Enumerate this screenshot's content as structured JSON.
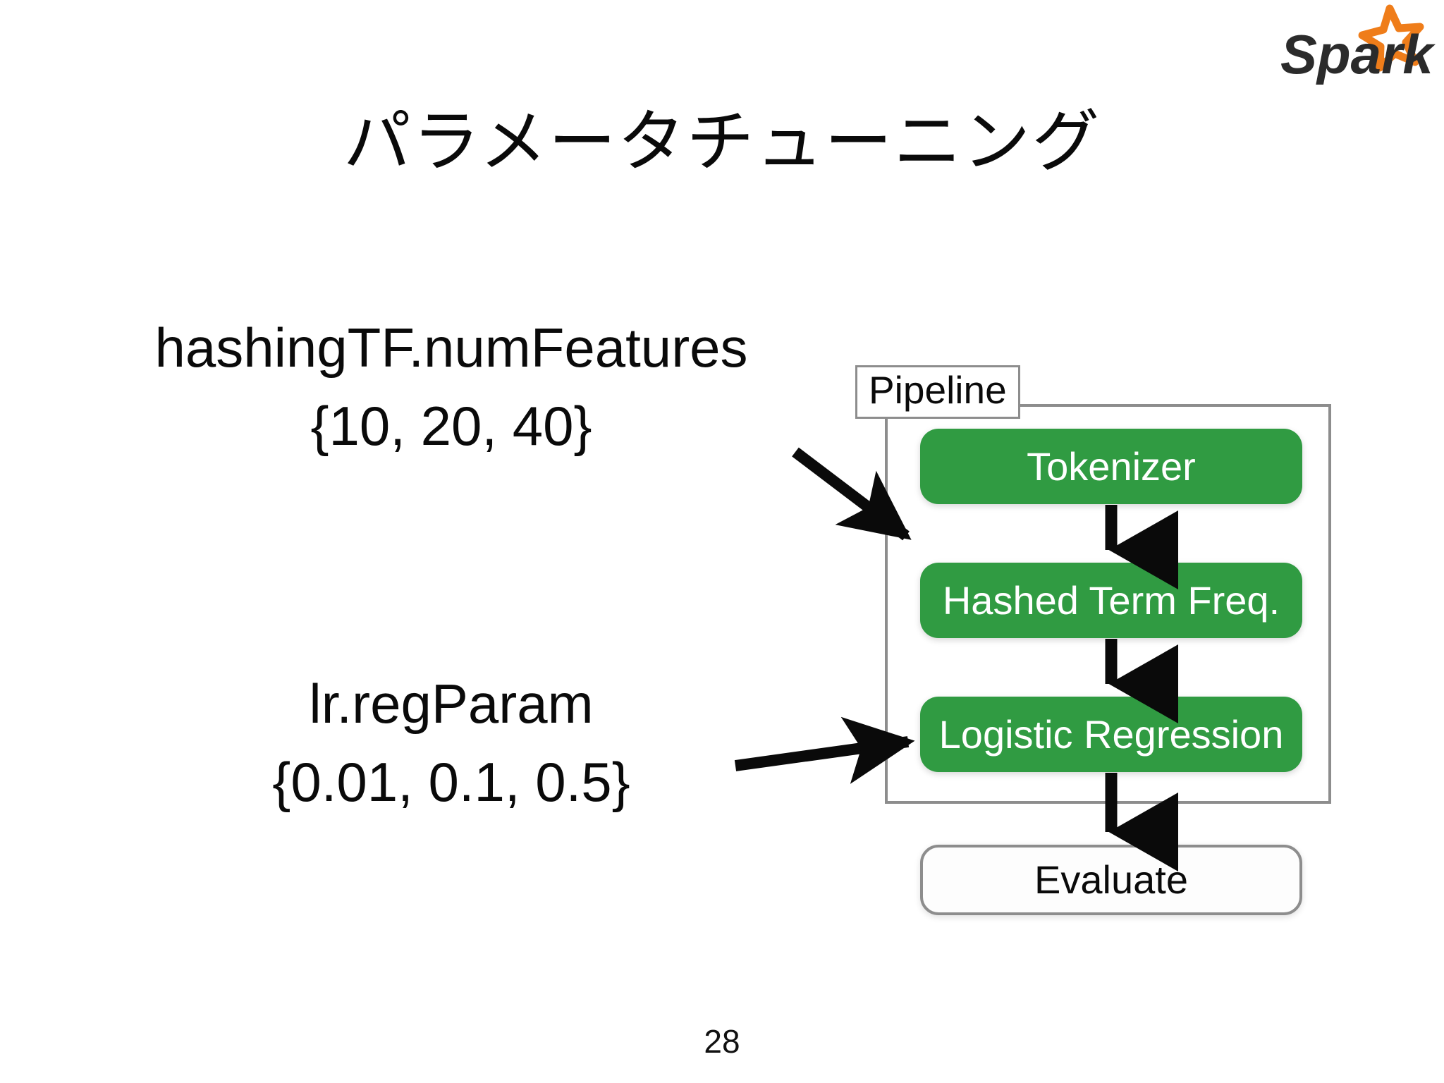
{
  "slide": {
    "title": "パラメータチューニング",
    "page_number": "28",
    "background_color": "#ffffff",
    "text_color": "#0a0a0a"
  },
  "logo": {
    "wordmark": "Spark",
    "wordmark_color": "#2b2b2b",
    "star_icon": "star-icon",
    "star_color": "#ef7d1a"
  },
  "parameters": [
    {
      "name": "hashingTF.numFeatures",
      "values": "{10, 20, 40}",
      "target_stage": "Tokenizer"
    },
    {
      "name": "lr.regParam",
      "values": "{0.01, 0.1, 0.5}",
      "target_stage": "Logistic Regression"
    }
  ],
  "pipeline": {
    "label": "Pipeline",
    "frame_border_color": "#8d8d8d",
    "stage_color": "#309B42",
    "stage_text_color": "#ffffff",
    "stages": [
      {
        "label": "Tokenizer"
      },
      {
        "label": "Hashed Term Freq."
      },
      {
        "label": "Logistic Regression"
      }
    ]
  },
  "output": {
    "label": "Evaluate",
    "fill_color": "#fdfdfd",
    "border_color": "#8d8d8d"
  },
  "chart_data": {
    "type": "diagram",
    "title": "パラメータチューニング",
    "nodes": [
      {
        "id": "tokenizer",
        "label": "Tokenizer",
        "group": "Pipeline",
        "fill": "#309B42"
      },
      {
        "id": "hashed_term_freq",
        "label": "Hashed Term Freq.",
        "group": "Pipeline",
        "fill": "#309B42"
      },
      {
        "id": "logistic_regression",
        "label": "Logistic Regression",
        "group": "Pipeline",
        "fill": "#309B42"
      },
      {
        "id": "evaluate",
        "label": "Evaluate",
        "group": "",
        "fill": "#ffffff"
      }
    ],
    "edges": [
      {
        "from": "tokenizer",
        "to": "hashed_term_freq"
      },
      {
        "from": "hashed_term_freq",
        "to": "logistic_regression"
      },
      {
        "from": "logistic_regression",
        "to": "evaluate"
      },
      {
        "from": "hashingTF.numFeatures {10, 20, 40}",
        "to": "tokenizer"
      },
      {
        "from": "lr.regParam {0.01, 0.1, 0.5}",
        "to": "logistic_regression"
      }
    ]
  }
}
